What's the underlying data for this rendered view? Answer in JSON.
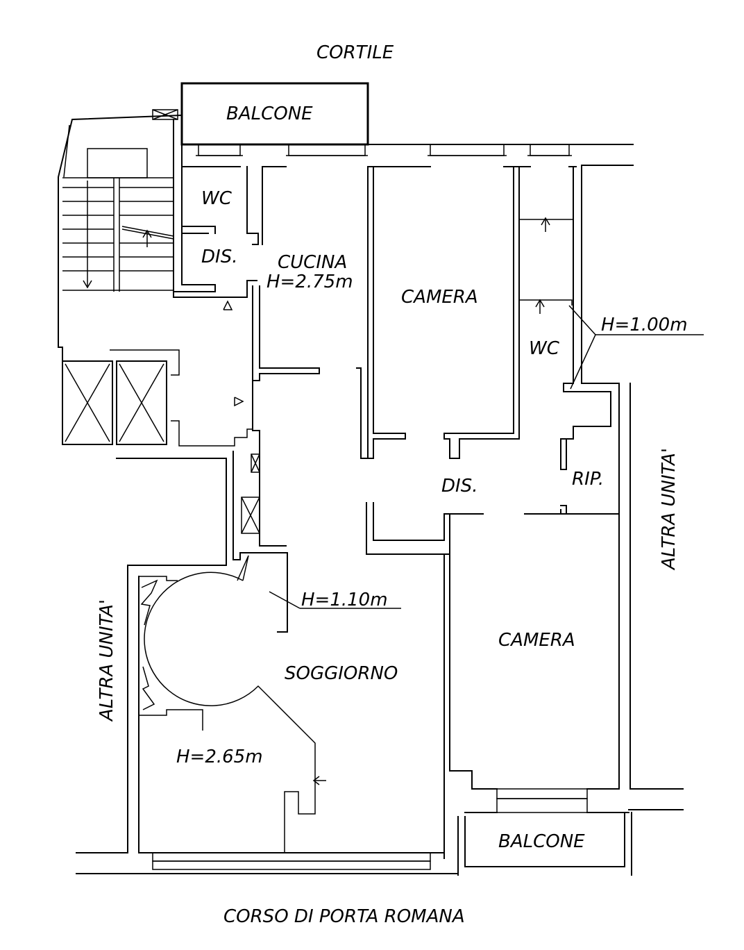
{
  "labels": {
    "cortile": "CORTILE",
    "balcone_top": "BALCONE",
    "wc_left": "WC",
    "dis_left": "DIS.",
    "cucina": "CUCINA",
    "cucina_height": "H=2.75m",
    "camera_top": "CAMERA",
    "wc_right": "WC",
    "wc_right_height": "H=1.00m",
    "dis_center": "DIS.",
    "rip": "RIP.",
    "altra_unita_right": "ALTRA UNITA'",
    "altra_unita_left": "ALTRA UNITA'",
    "soggiorno_height_top": "H=1.10m",
    "soggiorno": "SOGGIORNO",
    "soggiorno_height": "H=2.65m",
    "camera_bottom": "CAMERA",
    "balcone_bottom": "BALCONE",
    "street": "CORSO DI PORTA ROMANA"
  }
}
